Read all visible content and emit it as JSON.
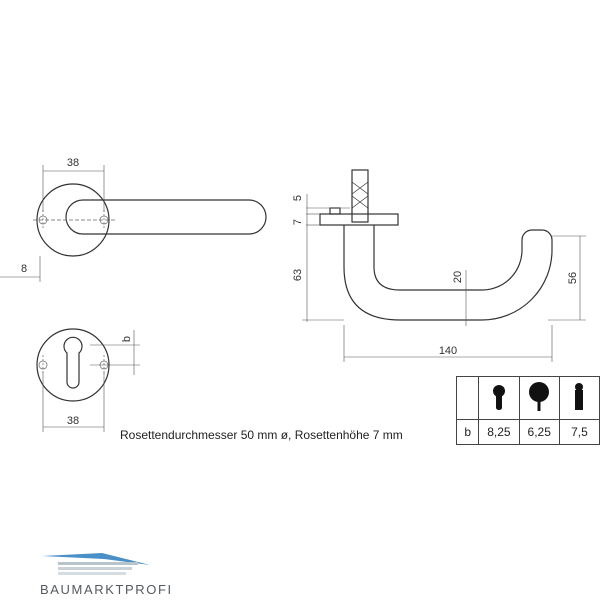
{
  "dimensions": {
    "rosette_width_top": "38",
    "rosette_offset_left": "8",
    "rosette_width_bottom": "38",
    "keyhole_b": "b",
    "plate_height": "5",
    "rosette_height": "7",
    "handle_height": "63",
    "grip_diameter": "20",
    "handle_depth": "56",
    "handle_length": "140"
  },
  "caption": "Rosettendurchmesser 50 mm ø, Rosettenhöhe 7 mm",
  "b_table": {
    "row_label": "b",
    "columns": [
      {
        "icon": "profile-cylinder-icon",
        "value": "8,25"
      },
      {
        "icon": "round-key-icon",
        "value": "6,25"
      },
      {
        "icon": "bit-key-icon",
        "value": "7,5"
      }
    ]
  },
  "logo": {
    "text": "BAUMARKTPROFI",
    "color": "#4a90c8"
  }
}
